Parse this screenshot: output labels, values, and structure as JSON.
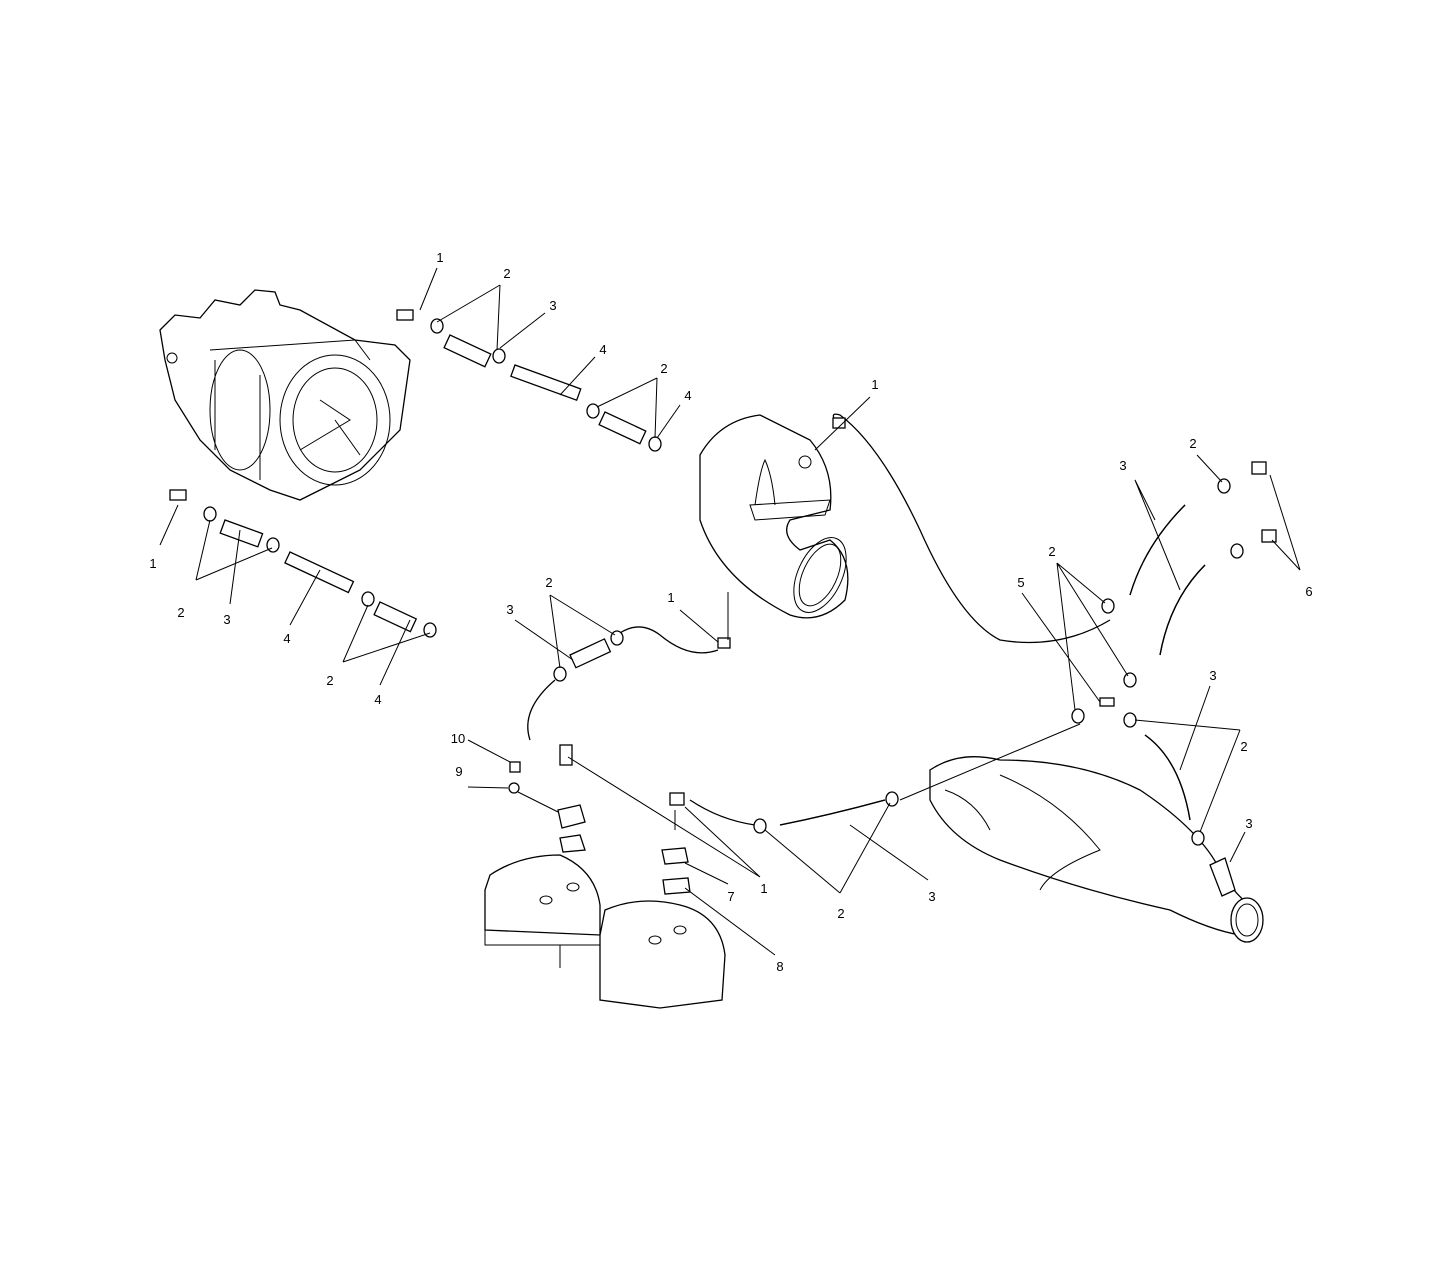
{
  "diagram": {
    "type": "exploded parts diagram",
    "callouts": [
      "1",
      "2",
      "3",
      "4",
      "2",
      "4",
      "1",
      "2",
      "3",
      "4",
      "2",
      "4",
      "1",
      "3",
      "2",
      "6",
      "2",
      "5",
      "3",
      "2",
      "3",
      "2",
      "3",
      "1",
      "10",
      "9",
      "1",
      "7",
      "8",
      "2",
      "3"
    ]
  }
}
